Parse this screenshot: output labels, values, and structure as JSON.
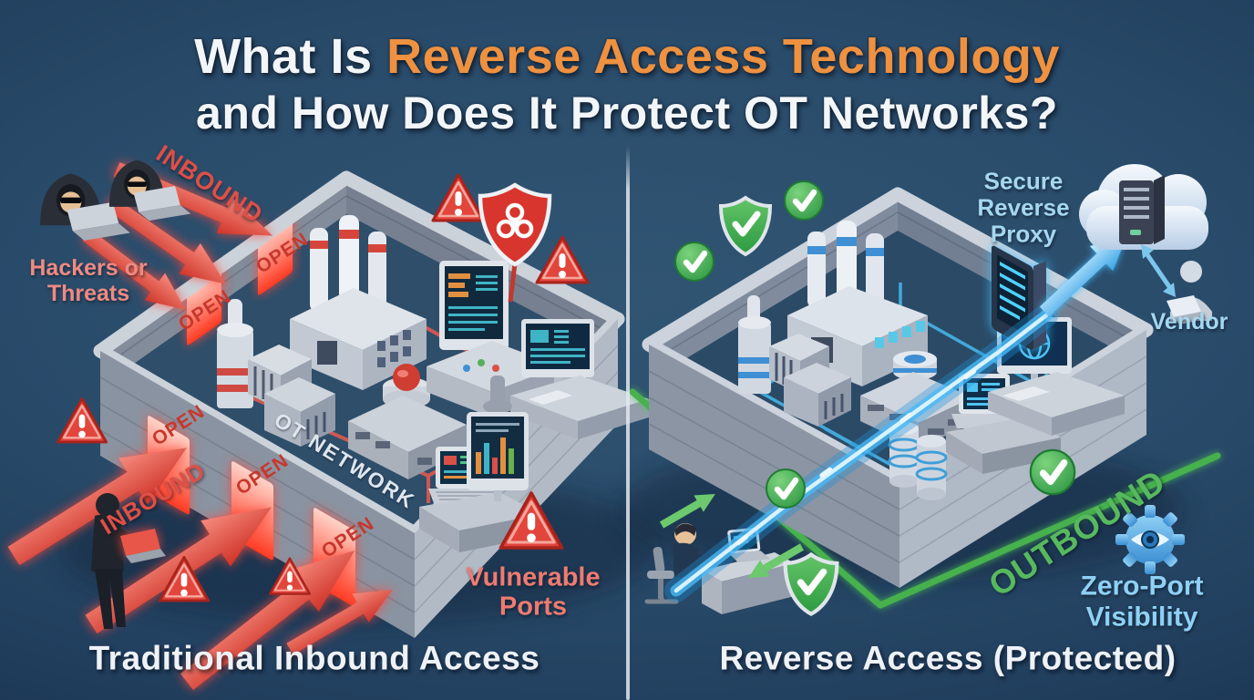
{
  "title": {
    "prefix": "What Is ",
    "highlight": "Reverse Access Technology",
    "line2": "and How Does It Protect OT Networks?"
  },
  "colors": {
    "background_center": "#305573",
    "background_edge": "#132844",
    "title_highlight": "#ee9140",
    "danger_red": "#df4f46",
    "threat_text_salmon": "#ee8a82",
    "safe_green": "#46b14e",
    "beam_blue": "#49b9f5",
    "info_text_blue": "#a5d7ef",
    "wall_gray": "#9aa3b0"
  },
  "left_panel": {
    "caption": "Traditional Inbound Access",
    "threat_label_line1": "Hackers or",
    "threat_label_line2": "Threats",
    "inbound_label_top": "INBOUND",
    "inbound_label_bottom": "INBOUND",
    "network_label": "OT NETWORK",
    "port_labels": [
      "OPEN",
      "OPEN",
      "OPEN",
      "OPEN",
      "OPEN"
    ],
    "warning_label_line1": "Vulnerable",
    "warning_label_line2": "Ports"
  },
  "right_panel": {
    "caption": "Reverse Access (Protected)",
    "proxy_label_line1": "Secure",
    "proxy_label_line2": "Reverse",
    "proxy_label_line3": "Proxy",
    "vendor_label": "Vendor",
    "outbound_label": "OUTBOUND",
    "visibility_label_line1": "Zero-Port",
    "visibility_label_line2": "Visibility"
  }
}
